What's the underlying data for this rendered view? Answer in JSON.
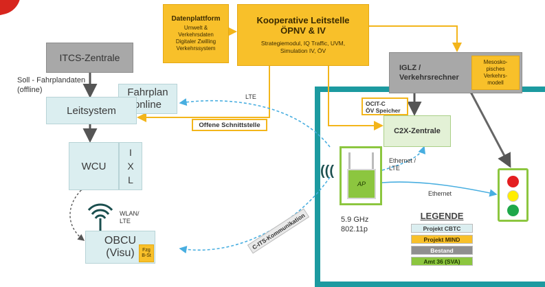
{
  "nodes": {
    "datenplattform": {
      "title": "Datenplattform",
      "lines": [
        "Umwelt &",
        "Verkehrsdaten",
        "Digitaler Zwilling",
        "Verkehrssystem"
      ]
    },
    "leitstelle": {
      "title1": "Kooperative Leitstelle",
      "title2": "ÖPNV & IV",
      "lines": [
        "Strategiemodul, IQ Traffic, UVM,",
        "Simulation IV, ÖV"
      ]
    },
    "itcs": {
      "label": "ITCS-Zentrale"
    },
    "soll": {
      "line1": "Soll - Fahrplandaten",
      "line2": "(offline)"
    },
    "fahrplan": {
      "line1": "Fahrplan",
      "line2": "online"
    },
    "leitsystem": {
      "label": "Leitsystem"
    },
    "wcu": {
      "label": "WCU",
      "ixl": [
        "I",
        "X",
        "L"
      ]
    },
    "obcu": {
      "line1": "OBCU",
      "line2": "(Visu)",
      "fzg1": "Fzg",
      "fzg2": "B-St"
    },
    "iglz": {
      "line1": "IGLZ /",
      "line2": "Verkehrsrechner",
      "meso": [
        "Mesosko-",
        "pisches",
        "Verkehrs-",
        "modell"
      ]
    },
    "c2x": {
      "label": "C2X-Zentrale"
    },
    "ocit": {
      "line1": "OCIT-C",
      "line2": "ÖV Speicher"
    },
    "ap": {
      "label": "AP"
    }
  },
  "labels": {
    "lte": "LTE",
    "offene": "Offene Schnittstelle",
    "wlan1": "WLAN/",
    "wlan2": "LTE",
    "c_its": "C-ITS-Kommunikation",
    "eth_lte1": "Ethernet /",
    "eth_lte2": "LTE",
    "ethernet": "Ethernet",
    "freq1": "5.9 GHz",
    "freq2": "802.11p"
  },
  "legend": {
    "title": "LEGENDE",
    "items": [
      {
        "label": "Projekt CBTC",
        "color": "#dbeef0",
        "text": "#3a3a3a"
      },
      {
        "label": "Projekt MIND",
        "color": "#f8c02a",
        "text": "#3a2a00"
      },
      {
        "label": "Bestand",
        "color": "#8f8f8f",
        "text": "#ffffff"
      },
      {
        "label": "Amt 36 (SVA)",
        "color": "#8cc63f",
        "text": "#1f3a00"
      }
    ]
  },
  "colors": {
    "teal": "#1c9aa0",
    "yellow": "#f3b51a",
    "blue": "#48aee0",
    "dark": "#555555",
    "green": "#8cc63f"
  }
}
